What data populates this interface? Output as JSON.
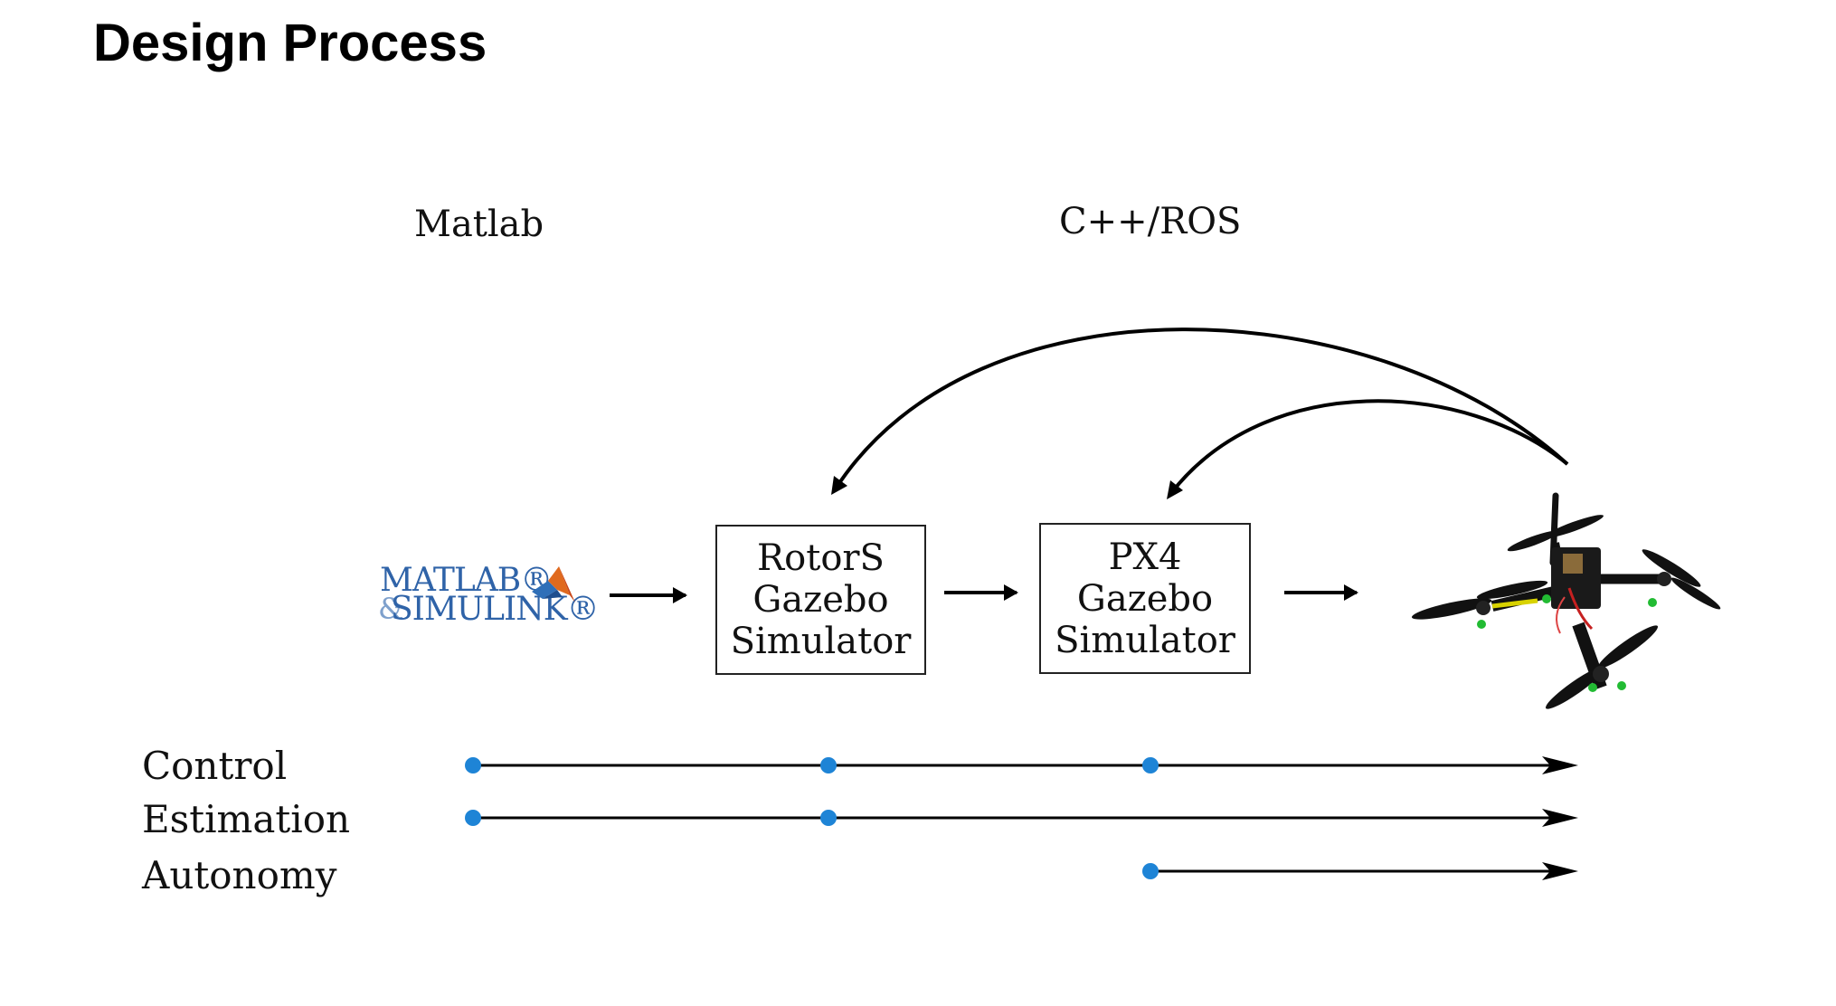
{
  "page_title": "Design Process",
  "columns": {
    "matlab_label": "Matlab",
    "cpp_ros_label": "C++/ROS"
  },
  "logo": {
    "line1": "MATLAB®",
    "ampersand": "&",
    "line2": "SIMULINK®"
  },
  "boxes": [
    {
      "lines": [
        "RotorS",
        "Gazebo",
        "Simulator"
      ]
    },
    {
      "lines": [
        "PX4",
        "Gazebo",
        "Simulator"
      ]
    }
  ],
  "timeline": {
    "rows": [
      {
        "label": "Control"
      },
      {
        "label": "Estimation"
      },
      {
        "label": "Autonomy"
      }
    ]
  },
  "colors": {
    "dot": "#1e84d6",
    "line": "#000000",
    "logo_text": "#2f63a8"
  },
  "icons": {
    "drone": "quadcopter-drone-icon",
    "matlab_logo": "matlab-membrane-icon"
  }
}
